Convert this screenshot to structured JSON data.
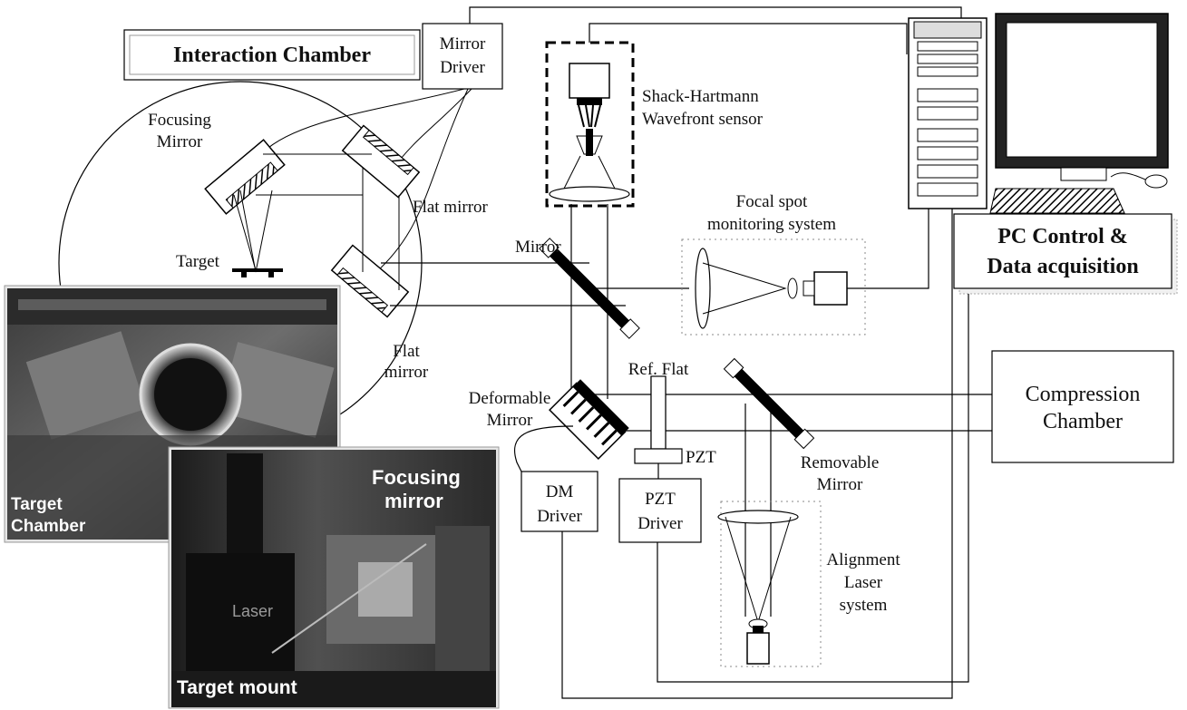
{
  "labels": {
    "interaction_chamber": "Interaction Chamber",
    "mirror_driver_1": "Mirror",
    "mirror_driver_2": "Driver",
    "focusing_mirror_1": "Focusing",
    "focusing_mirror_2": "Mirror",
    "target": "Target",
    "flat_mirror_top": "Flat mirror",
    "flat_mirror_bottom_1": "Flat",
    "flat_mirror_bottom_2": "mirror",
    "shack_hartmann_1": "Shack-Hartmann",
    "shack_hartmann_2": "Wavefront sensor",
    "focal_spot_1": "Focal spot",
    "focal_spot_2": "monitoring system",
    "mirror": "Mirror",
    "pc_control_1": "PC Control &",
    "pc_control_2": "Data acquisition",
    "ref_flat": "Ref. Flat",
    "deformable_1": "Deformable",
    "deformable_2": "Mirror",
    "pzt": "PZT",
    "pzt_driver_1": "PZT",
    "pzt_driver_2": "Driver",
    "dm_driver_1": "DM",
    "dm_driver_2": "Driver",
    "removable_1": "Removable",
    "removable_2": "Mirror",
    "compression_1": "Compression",
    "compression_2": "Chamber",
    "alignment_1": "Alignment",
    "alignment_2": "Laser",
    "alignment_3": "system"
  },
  "photos": {
    "target_chamber_1": "Target",
    "target_chamber_2": "Chamber",
    "focusing_mirror_1": "Focusing",
    "focusing_mirror_2": "mirror",
    "laser": "Laser",
    "target_mount": "Target mount"
  }
}
